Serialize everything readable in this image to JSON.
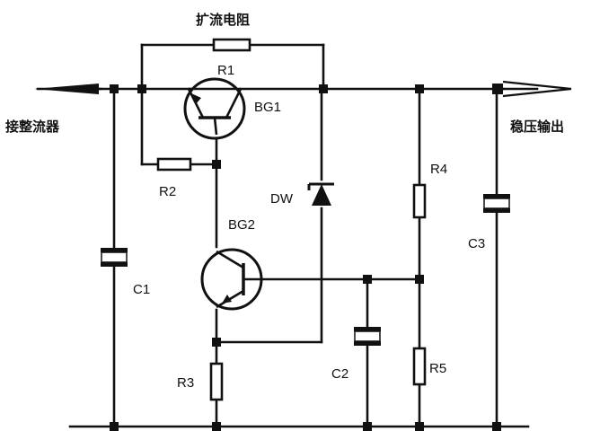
{
  "labels": {
    "shunt_resistor": "扩流电阻",
    "input": "接整流器",
    "output": "稳压输出",
    "r1": "R1",
    "r2": "R2",
    "r3": "R3",
    "r4": "R4",
    "r5": "R5",
    "bg1": "BG1",
    "bg2": "BG2",
    "dw": "DW",
    "c1": "C1",
    "c2": "C2",
    "c3": "C3"
  }
}
